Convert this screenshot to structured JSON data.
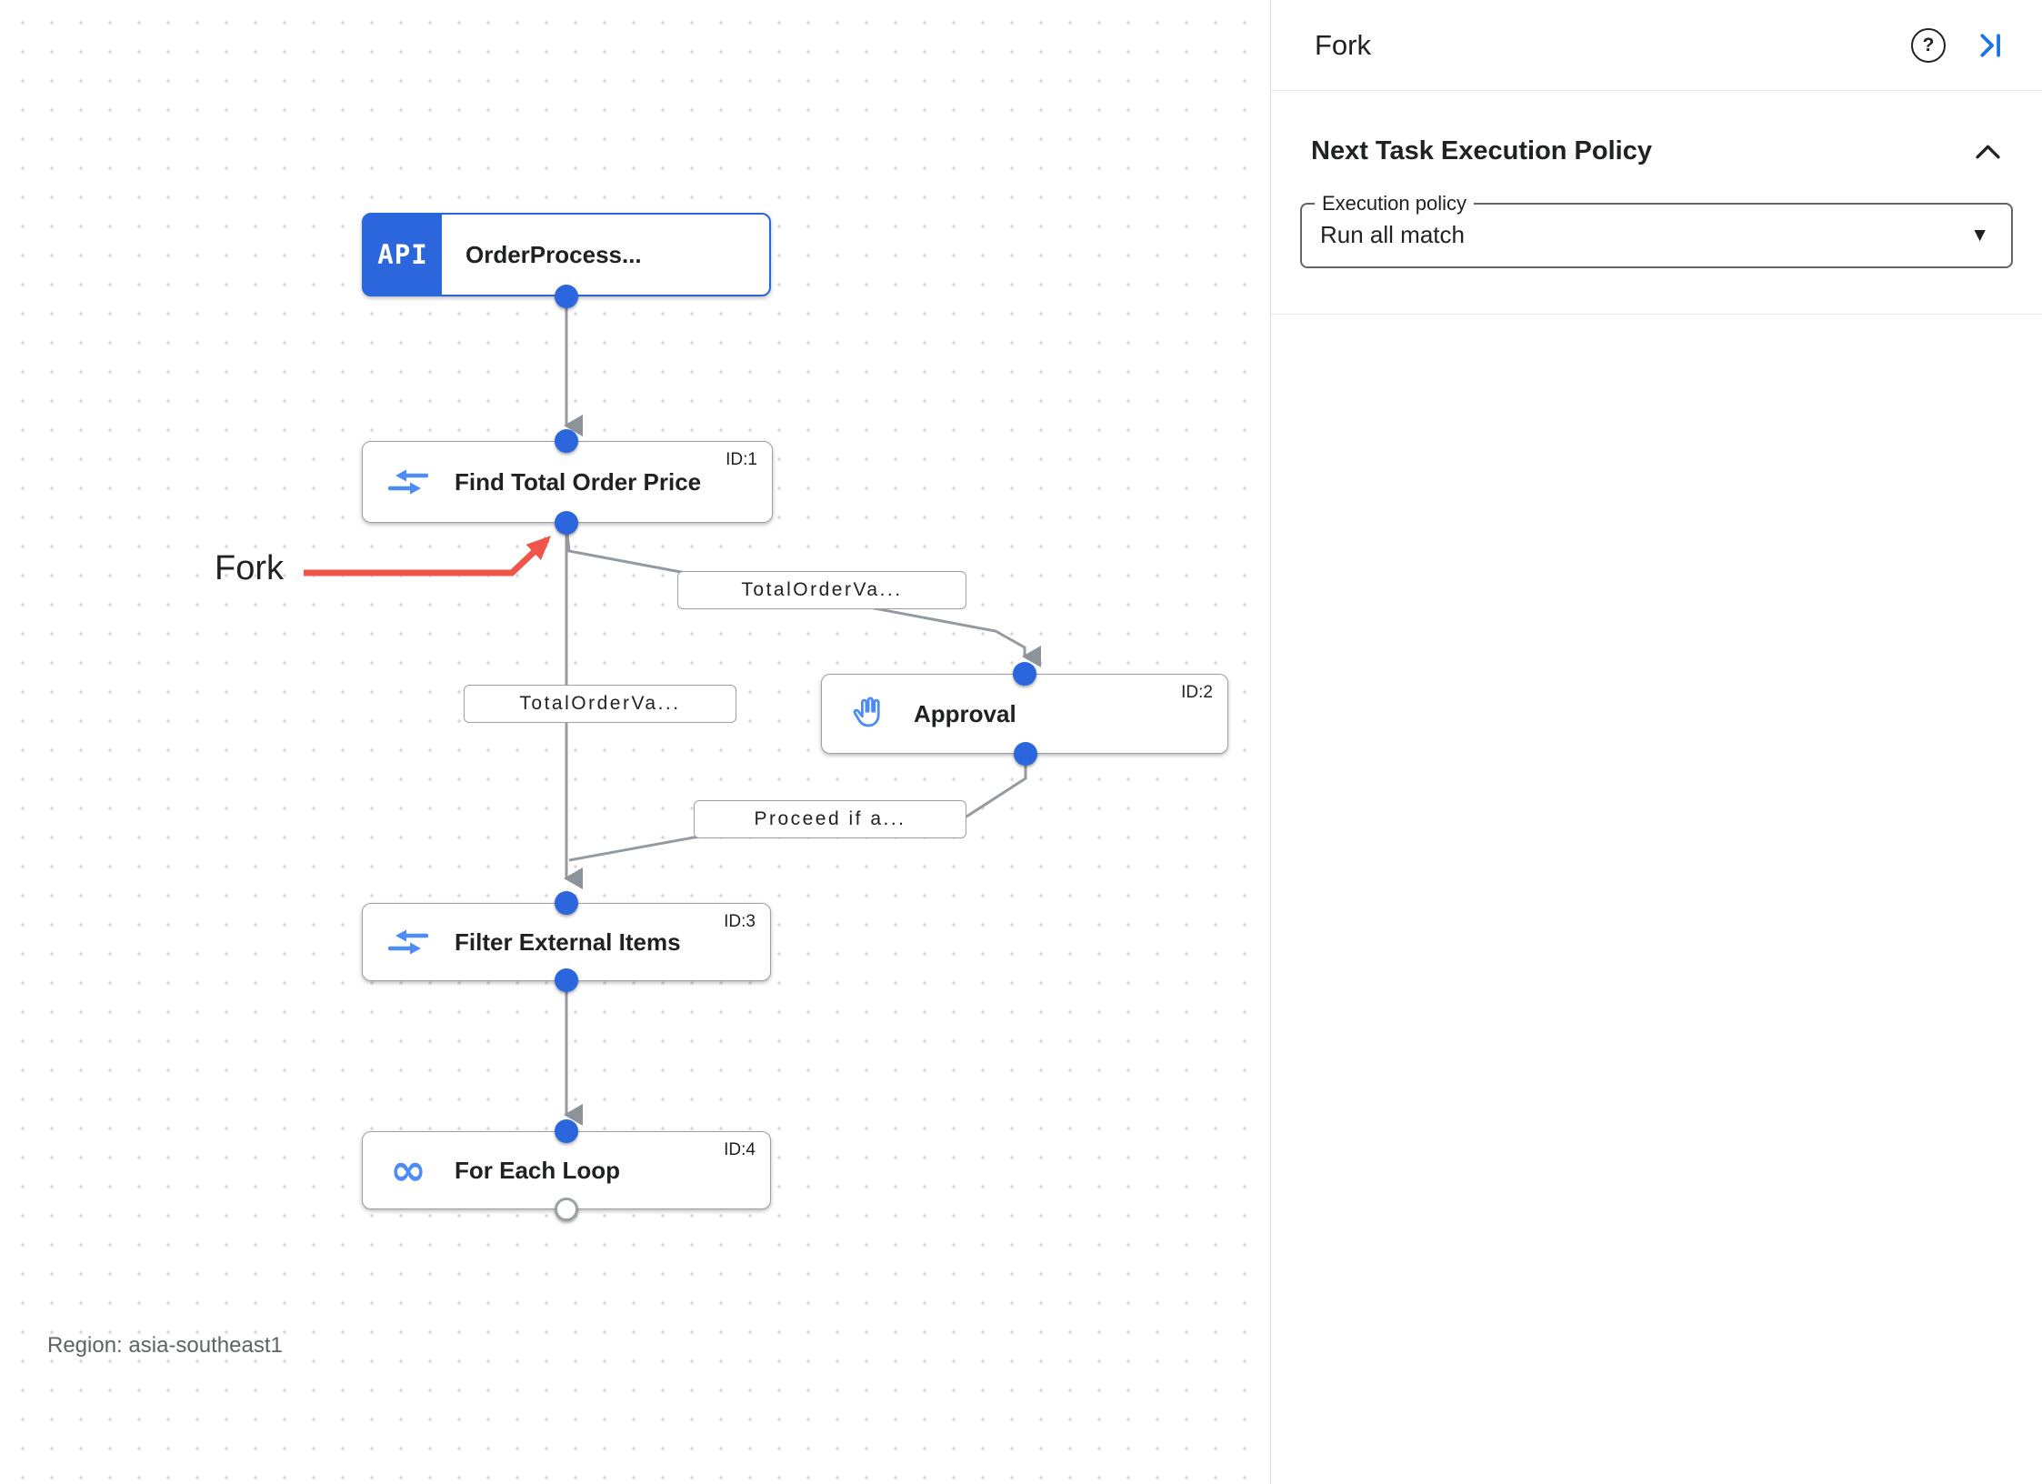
{
  "canvas": {
    "region_label": "Region: asia-southeast1",
    "annotation": {
      "label": "Fork"
    },
    "nodes": {
      "trigger": {
        "badge": "API",
        "label": "OrderProcess..."
      },
      "find_total": {
        "label": "Find Total Order Price",
        "id": "ID:1",
        "icon": "data-mapping-icon"
      },
      "approval": {
        "label": "Approval",
        "id": "ID:2",
        "icon": "hand-icon"
      },
      "filter": {
        "label": "Filter External Items",
        "id": "ID:3",
        "icon": "data-mapping-icon"
      },
      "foreach": {
        "label": "For Each Loop",
        "id": "ID:4",
        "icon": "loop-icon"
      }
    },
    "edge_labels": {
      "branch_right": "TotalOrderVa...",
      "branch_left": "TotalOrderVa...",
      "approval_out": "Proceed if a..."
    }
  },
  "panel": {
    "title": "Fork",
    "section_title": "Next Task Execution Policy",
    "execution_policy": {
      "label": "Execution policy",
      "value": "Run all match"
    }
  },
  "icons": {
    "help": "?",
    "loop": "∞",
    "dropdown_arrow": "▼"
  },
  "colors": {
    "accent_blue": "#2b66dd",
    "icon_blue": "#4d8cf5",
    "edge_gray": "#959aa1",
    "annotation_red": "#f0544a",
    "link_blue": "#1a73e8"
  }
}
